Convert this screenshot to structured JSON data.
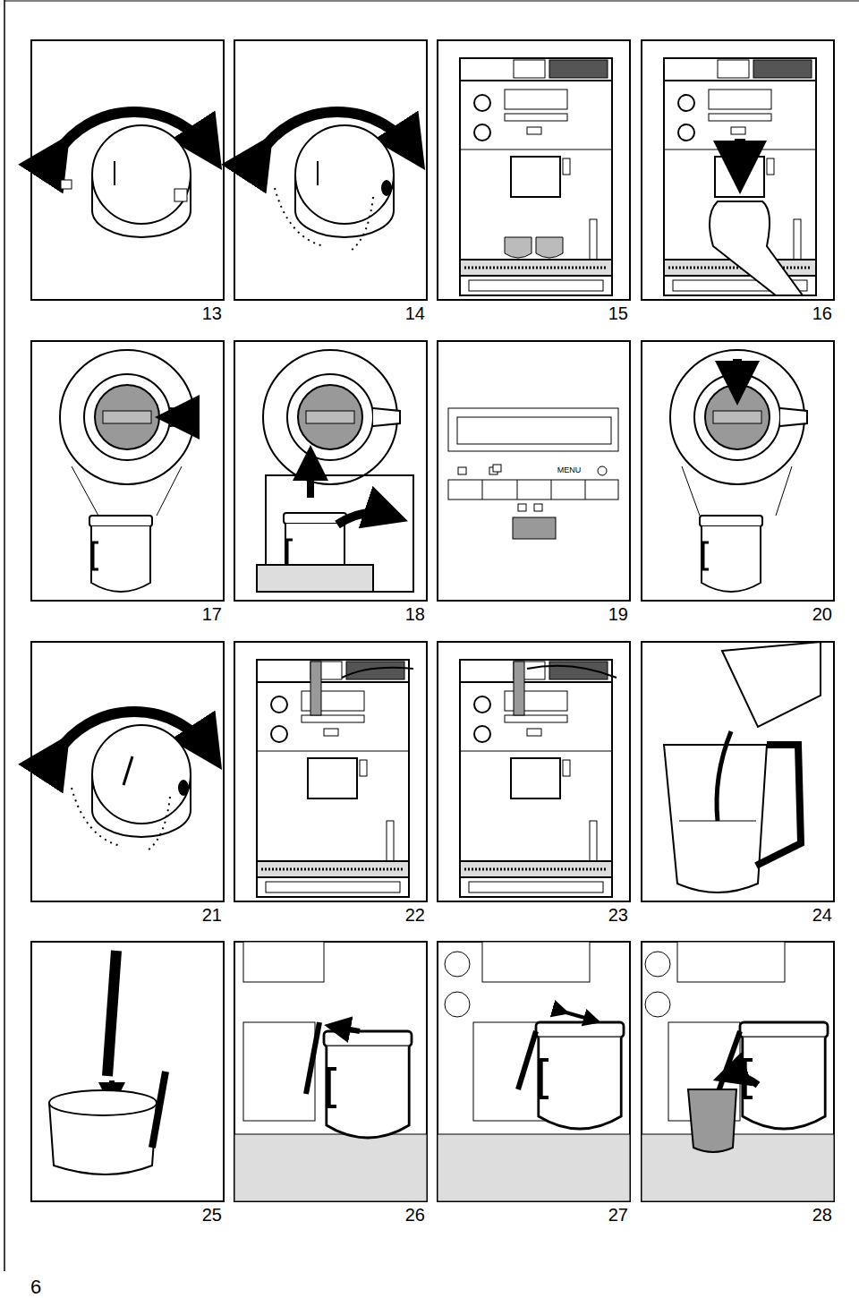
{
  "diagram": {
    "labels": [
      "13",
      "14",
      "15",
      "16",
      "17",
      "18",
      "19",
      "20",
      "21",
      "22",
      "23",
      "24",
      "25",
      "26",
      "27",
      "28",
      "MENU",
      "6"
    ]
  }
}
